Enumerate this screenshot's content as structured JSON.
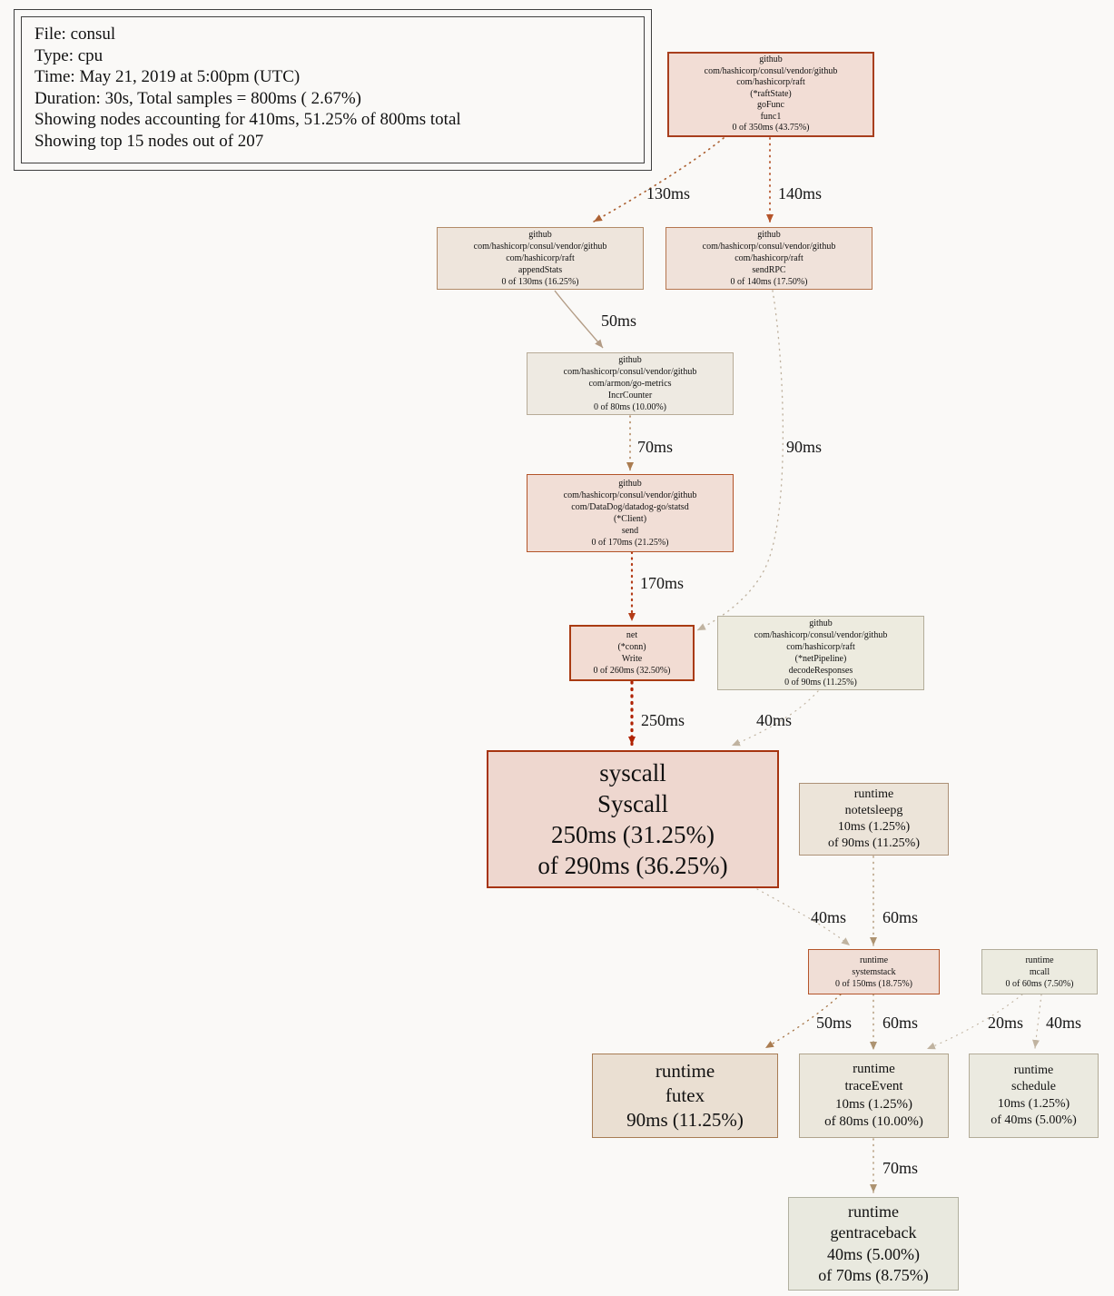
{
  "legend": {
    "lines": [
      "File: consul",
      "Type: cpu",
      "Time: May 21, 2019 at 5:00pm (UTC)",
      "Duration: 30s, Total samples = 800ms ( 2.67%)",
      "Showing nodes accounting for 410ms, 51.25% of 800ms total",
      "Showing top 15 nodes out of 207"
    ]
  },
  "nodes": [
    {
      "id": "func1",
      "lines": [
        "github",
        "com/hashicorp/consul/vendor/github",
        "com/hashicorp/raft",
        "(*raftState)",
        "goFunc",
        "func1",
        "0 of 350ms (43.75%)"
      ]
    },
    {
      "id": "appendStats",
      "lines": [
        "github",
        "com/hashicorp/consul/vendor/github",
        "com/hashicorp/raft",
        "appendStats",
        "0 of 130ms (16.25%)"
      ]
    },
    {
      "id": "sendRPC",
      "lines": [
        "github",
        "com/hashicorp/consul/vendor/github",
        "com/hashicorp/raft",
        "sendRPC",
        "0 of 140ms (17.50%)"
      ]
    },
    {
      "id": "IncrCounter",
      "lines": [
        "github",
        "com/hashicorp/consul/vendor/github",
        "com/armon/go-metrics",
        "IncrCounter",
        "0 of 80ms (10.00%)"
      ]
    },
    {
      "id": "statsd-send",
      "lines": [
        "github",
        "com/hashicorp/consul/vendor/github",
        "com/DataDog/datadog-go/statsd",
        "(*Client)",
        "send",
        "0 of 170ms (21.25%)"
      ]
    },
    {
      "id": "conn-Write",
      "lines": [
        "net",
        "(*conn)",
        "Write",
        "0 of 260ms (32.50%)"
      ]
    },
    {
      "id": "decodeResponses",
      "lines": [
        "github",
        "com/hashicorp/consul/vendor/github",
        "com/hashicorp/raft",
        "(*netPipeline)",
        "decodeResponses",
        "0 of 90ms (11.25%)"
      ]
    },
    {
      "id": "syscall-Syscall",
      "lines": [
        "syscall",
        "Syscall",
        "250ms (31.25%)",
        "of 290ms (36.25%)"
      ]
    },
    {
      "id": "notetsleepg",
      "lines": [
        "runtime",
        "notetsleepg",
        "10ms (1.25%)",
        "of 90ms (11.25%)"
      ]
    },
    {
      "id": "systemstack",
      "lines": [
        "runtime",
        "systemstack",
        "0 of 150ms (18.75%)"
      ]
    },
    {
      "id": "mcall",
      "lines": [
        "runtime",
        "mcall",
        "0 of 60ms (7.50%)"
      ]
    },
    {
      "id": "futex",
      "lines": [
        "runtime",
        "futex",
        "90ms (11.25%)"
      ]
    },
    {
      "id": "traceEvent",
      "lines": [
        "runtime",
        "traceEvent",
        "10ms (1.25%)",
        "of 80ms (10.00%)"
      ]
    },
    {
      "id": "schedule",
      "lines": [
        "runtime",
        "schedule",
        "10ms (1.25%)",
        "of 40ms (5.00%)"
      ]
    },
    {
      "id": "gentraceback",
      "lines": [
        "runtime",
        "gentraceback",
        "40ms (5.00%)",
        "of 70ms (8.75%)"
      ]
    }
  ],
  "edges": [
    {
      "from": "func1",
      "to": "appendStats",
      "label": "130ms"
    },
    {
      "from": "func1",
      "to": "sendRPC",
      "label": "140ms"
    },
    {
      "from": "appendStats",
      "to": "IncrCounter",
      "label": "50ms"
    },
    {
      "from": "IncrCounter",
      "to": "statsd-send",
      "label": "70ms"
    },
    {
      "from": "sendRPC",
      "to": "conn-Write",
      "label": "90ms"
    },
    {
      "from": "statsd-send",
      "to": "conn-Write",
      "label": "170ms"
    },
    {
      "from": "conn-Write",
      "to": "syscall-Syscall",
      "label": "250ms"
    },
    {
      "from": "decodeResponses",
      "to": "syscall-Syscall",
      "label": "40ms"
    },
    {
      "from": "syscall-Syscall",
      "to": "systemstack",
      "label": "40ms"
    },
    {
      "from": "notetsleepg",
      "to": "systemstack",
      "label": "60ms"
    },
    {
      "from": "systemstack",
      "to": "futex",
      "label": "50ms"
    },
    {
      "from": "systemstack",
      "to": "traceEvent",
      "label": "60ms"
    },
    {
      "from": "mcall",
      "to": "traceEvent",
      "label": "20ms"
    },
    {
      "from": "mcall",
      "to": "schedule",
      "label": "40ms"
    },
    {
      "from": "traceEvent",
      "to": "gentraceback",
      "label": "70ms"
    }
  ],
  "colors": {
    "background": "#faf9f7",
    "hot_node_border": "#a63410",
    "hot_node_fill": "#eed7cf",
    "cool_node_border": "#b3ad9a",
    "cool_node_fill": "#edebdf",
    "hot_edge": "#b02202",
    "cool_edge": "#c0b3a0",
    "legend_border": "#3f3f3f"
  }
}
